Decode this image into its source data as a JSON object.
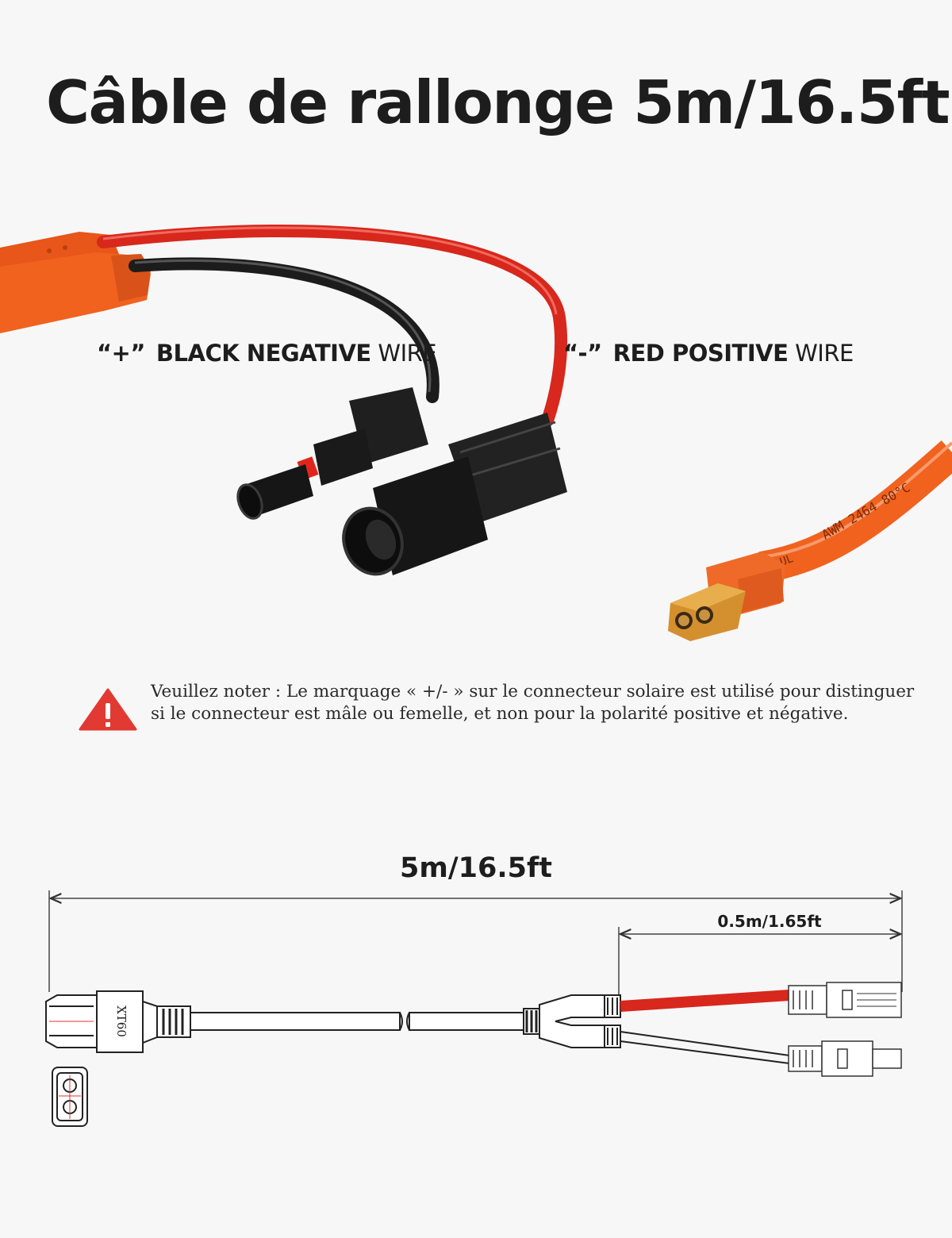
{
  "title": "Câble de rallonge 5m/16.5ft",
  "labels": {
    "black": {
      "symbol": "“+”",
      "strong": "BLACK NEGATIVE",
      "thin": "WIRE"
    },
    "red": {
      "symbol": "“-”",
      "strong": "RED POSITIVE",
      "thin": "WIRE"
    }
  },
  "cable_print": {
    "red_wire": "AWM 2464 80°C",
    "red_wire_ul": "UL",
    "xt60_body": "XT60"
  },
  "note": {
    "line1": "Veuillez noter : Le marquage « +/- » sur le connecteur solaire est utilisé pour distinguer",
    "line2": "si le connecteur est mâle ou femelle, et non pour la polarité positive et négative."
  },
  "dimensions": {
    "total": "5m/16.5ft",
    "branch": "0.5m/1.65ft"
  },
  "colors": {
    "orange": "#f0621e",
    "red_wire": "#d8271c",
    "black": "#1a1a1a",
    "warning": "#e03a32",
    "gold": "#c9953d"
  }
}
